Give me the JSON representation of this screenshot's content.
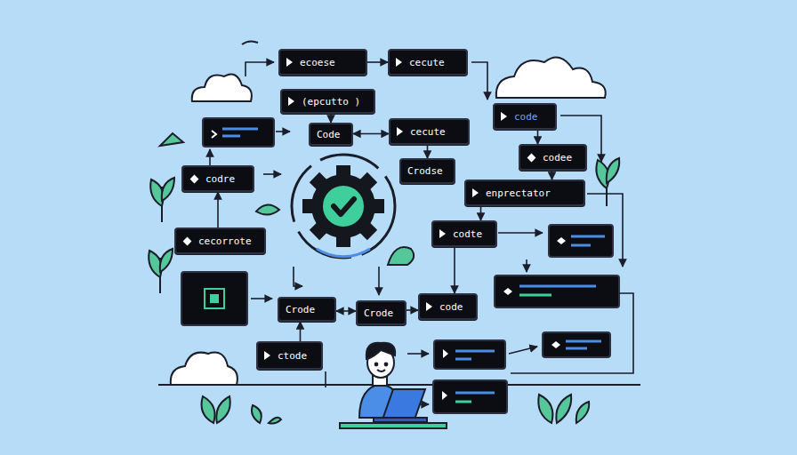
{
  "diagram": {
    "nodes": [
      {
        "text": [
          "ecoese"
        ]
      },
      {
        "text": [
          "cecute"
        ]
      },
      {
        "text": [
          "(epcutto )"
        ]
      },
      {
        "text": [
          "code"
        ]
      },
      {
        "text": [
          "Code"
        ]
      },
      {
        "text": [
          "cecute"
        ]
      },
      {
        "text": [
          "codee"
        ]
      },
      {
        "text": [
          "Crodse"
        ]
      },
      {
        "text": [
          "codre"
        ]
      },
      {
        "text": [
          "enprectator"
        ]
      },
      {
        "text": [
          "codte"
        ]
      },
      {
        "text": [
          "cecorrote"
        ]
      },
      {
        "text": [
          "Crode"
        ]
      },
      {
        "text": [
          "Crode"
        ]
      },
      {
        "text": [
          "code"
        ]
      },
      {
        "text": [
          "ctode"
        ]
      }
    ],
    "edges": [
      {
        "from": 0,
        "to": 1,
        "arrow": "to"
      },
      {
        "from": 2,
        "to": 4,
        "arrow": "to"
      },
      {
        "from": 4,
        "to": 5,
        "arrow": "both"
      },
      {
        "from": 5,
        "to": 7,
        "arrow": "to"
      },
      {
        "from": 3,
        "to": 6,
        "arrow": "to"
      },
      {
        "from": 6,
        "to": 9,
        "arrow": "to"
      },
      {
        "from": 9,
        "to": 10,
        "arrow": "to"
      },
      {
        "from": 11,
        "to": 8,
        "arrow": "to"
      },
      {
        "from": 12,
        "to": 13,
        "arrow": "both"
      },
      {
        "from": 13,
        "to": 14,
        "arrow": "to"
      },
      {
        "from": 10,
        "to": 14,
        "arrow": "to"
      },
      {
        "from": 15,
        "to": 12,
        "arrow": "to"
      }
    ]
  }
}
